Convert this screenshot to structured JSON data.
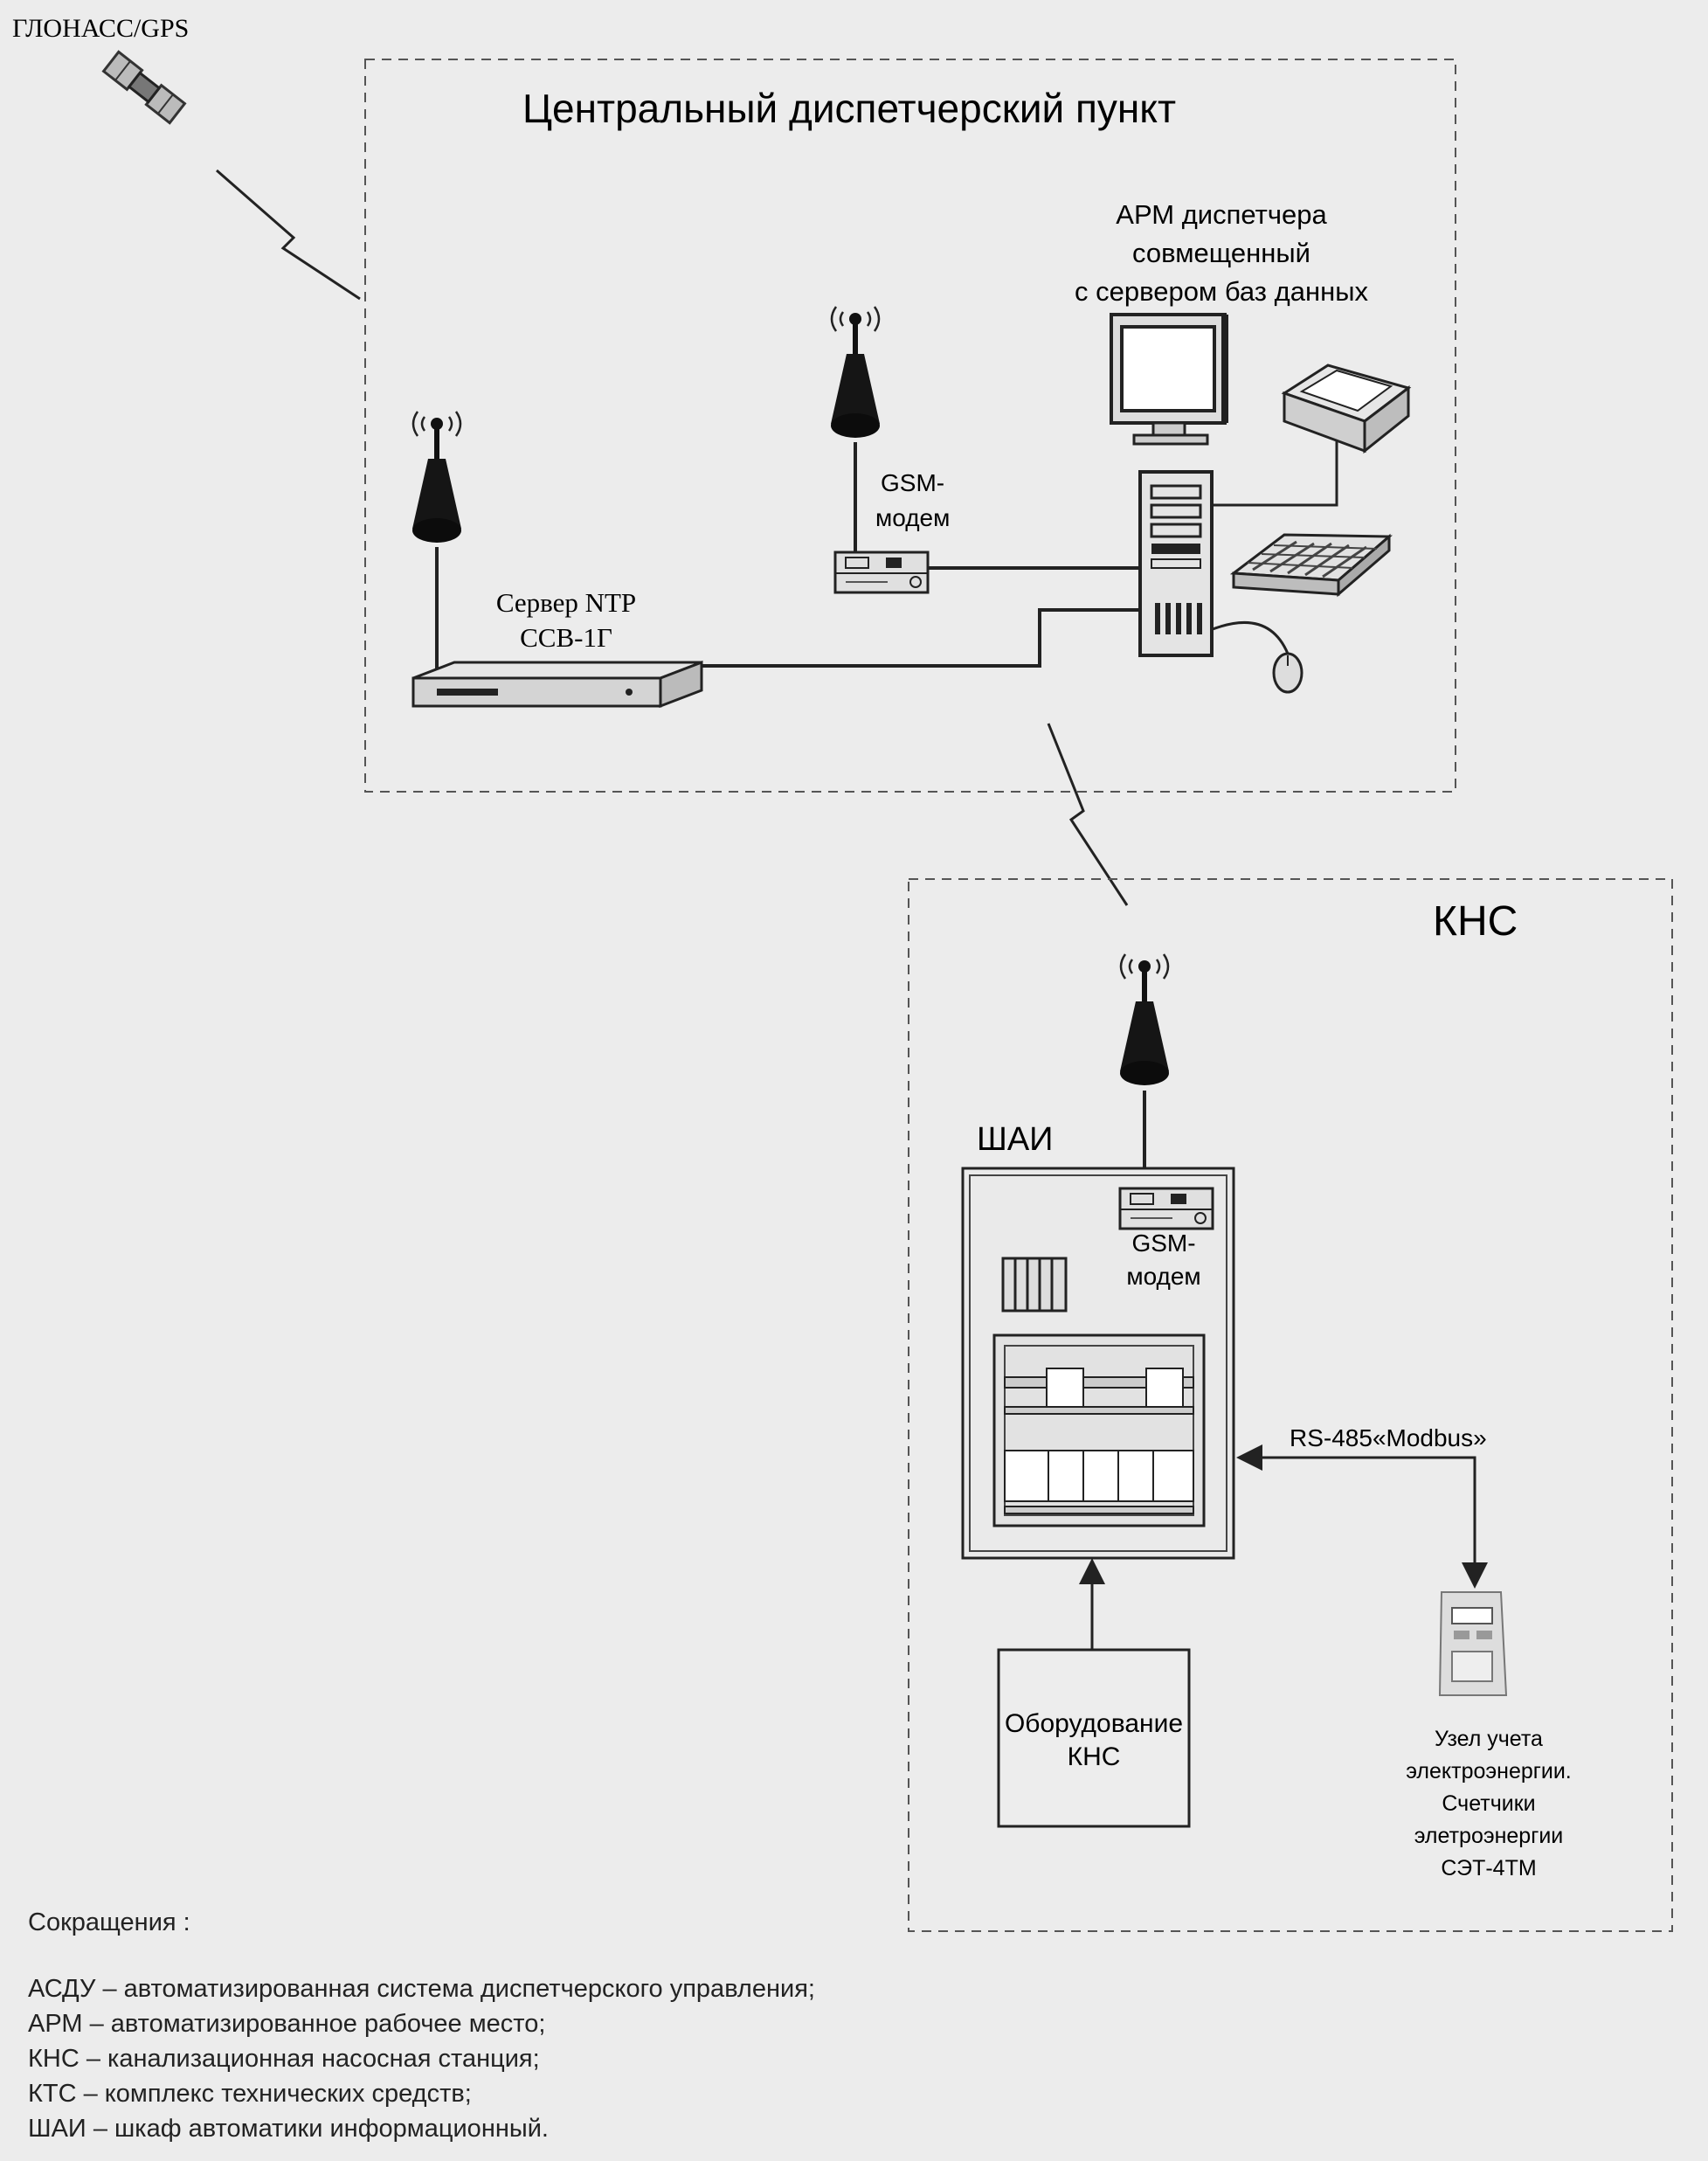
{
  "satellite": {
    "label": "ГЛОНАСС/GPS"
  },
  "central_point": {
    "title": "Центральный диспетчерский пункт",
    "workstation_label": [
      "АРМ диспетчера",
      "совмещенный",
      "с сервером баз данных"
    ],
    "gsm_modem_label": [
      "GSM-",
      "модем"
    ],
    "ntp_server_label": [
      "Сервер NTP",
      "ССВ-1Г"
    ]
  },
  "kns": {
    "title": "КНС",
    "cabinet_label": "ШАИ",
    "gsm_modem_label": [
      "GSM-",
      "модем"
    ],
    "bus_label": "RS-485«Modbus»",
    "equipment_label": [
      "Оборудование",
      "КНС"
    ],
    "meter_label": [
      "Узел учета",
      "электроэнергии.",
      "Счетчики",
      "элетроэнергии",
      "СЭТ-4ТМ"
    ]
  },
  "abbreviations": {
    "title": "Сокращения :",
    "items": [
      "АСДУ – автоматизированная система диспетчерского управления;",
      "АРМ – автоматизированное рабочее место;",
      "КНС – канализационная насосная станция;",
      "КТС – комплекс технических средств;",
      "ШАИ – шкаф автоматики информационный."
    ]
  }
}
